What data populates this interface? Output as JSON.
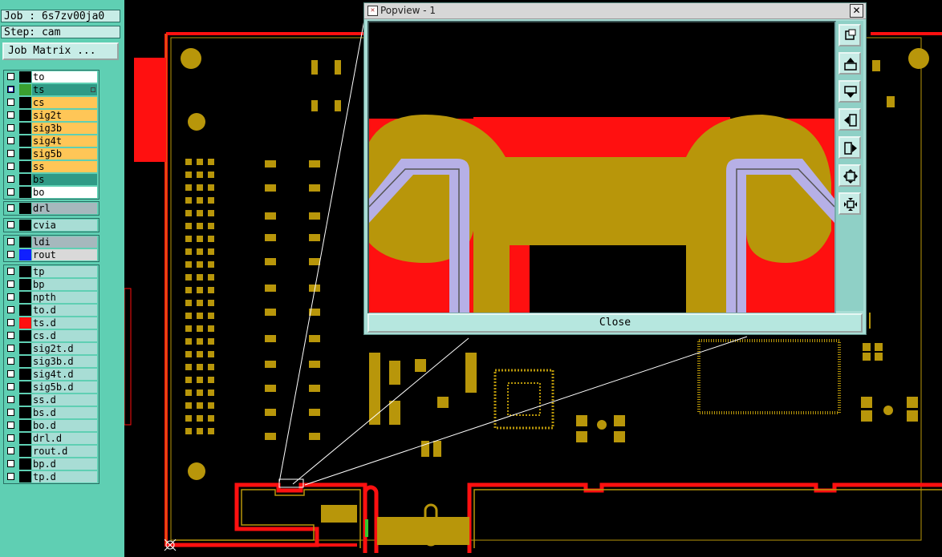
{
  "job_label": "Job : 6s7zv00ja0",
  "step_label": "Step: cam",
  "job_matrix_button": "Job Matrix ...",
  "layer_groups": [
    {
      "layers": [
        {
          "name": "to",
          "bg": "#ffffff",
          "swatch": "#000000"
        },
        {
          "name": "ts",
          "bg": "#2f9a86",
          "swatch": "#3aa030",
          "active": true
        },
        {
          "name": "cs",
          "bg": "#ffc657",
          "swatch": "#000000"
        },
        {
          "name": "sig2t",
          "bg": "#ffc657",
          "swatch": "#000000"
        },
        {
          "name": "sig3b",
          "bg": "#ffc657",
          "swatch": "#000000"
        },
        {
          "name": "sig4t",
          "bg": "#ffc657",
          "swatch": "#000000"
        },
        {
          "name": "sig5b",
          "bg": "#ffc657",
          "swatch": "#000000"
        },
        {
          "name": "ss",
          "bg": "#ffc657",
          "swatch": "#000000"
        },
        {
          "name": "bs",
          "bg": "#2f9a86",
          "swatch": "#000000"
        },
        {
          "name": "bo",
          "bg": "#ffffff",
          "swatch": "#000000"
        }
      ]
    },
    {
      "layers": [
        {
          "name": "drl",
          "bg": "#a6b8bd",
          "swatch": "#000000"
        }
      ]
    },
    {
      "layers": [
        {
          "name": "cvia",
          "bg": "#a8ddd5",
          "swatch": "#000000"
        }
      ]
    },
    {
      "layers": [
        {
          "name": "ldi",
          "bg": "#a6b8bd",
          "swatch": "#000000"
        },
        {
          "name": "rout",
          "bg": "#d9d9d9",
          "swatch": "#1020ff"
        }
      ]
    },
    {
      "layers": [
        {
          "name": "tp",
          "bg": "#a8ddd5",
          "swatch": "#000000"
        },
        {
          "name": "bp",
          "bg": "#a8ddd5",
          "swatch": "#000000"
        },
        {
          "name": "npth",
          "bg": "#a8ddd5",
          "swatch": "#000000"
        },
        {
          "name": "to.d",
          "bg": "#a8ddd5",
          "swatch": "#000000"
        },
        {
          "name": "ts.d",
          "bg": "#a8ddd5",
          "swatch": "#ff1010"
        },
        {
          "name": "cs.d",
          "bg": "#a8ddd5",
          "swatch": "#000000"
        },
        {
          "name": "sig2t.d",
          "bg": "#a8ddd5",
          "swatch": "#000000"
        },
        {
          "name": "sig3b.d",
          "bg": "#a8ddd5",
          "swatch": "#000000"
        },
        {
          "name": "sig4t.d",
          "bg": "#a8ddd5",
          "swatch": "#000000"
        },
        {
          "name": "sig5b.d",
          "bg": "#a8ddd5",
          "swatch": "#000000"
        },
        {
          "name": "ss.d",
          "bg": "#a8ddd5",
          "swatch": "#000000"
        },
        {
          "name": "bs.d",
          "bg": "#a8ddd5",
          "swatch": "#000000"
        },
        {
          "name": "bo.d",
          "bg": "#a8ddd5",
          "swatch": "#000000"
        },
        {
          "name": "drl.d",
          "bg": "#a8ddd5",
          "swatch": "#000000"
        },
        {
          "name": "rout.d",
          "bg": "#a8ddd5",
          "swatch": "#000000"
        },
        {
          "name": "bp.d",
          "bg": "#a8ddd5",
          "swatch": "#000000"
        },
        {
          "name": "tp.d",
          "bg": "#a8ddd5",
          "swatch": "#000000"
        }
      ]
    }
  ],
  "popview": {
    "title": "Popview - 1",
    "close_button": "Close",
    "tools": [
      "zoom-window-icon",
      "pan-up-icon",
      "pan-down-icon",
      "pan-left-icon",
      "pan-right-icon",
      "zoom-in-icon",
      "zoom-out-icon"
    ]
  },
  "colors": {
    "copper": "#b8960a",
    "outline_red": "#ff1010",
    "rout_lavender": "#b6b0e6",
    "panel_teal": "#5fcfb3"
  }
}
